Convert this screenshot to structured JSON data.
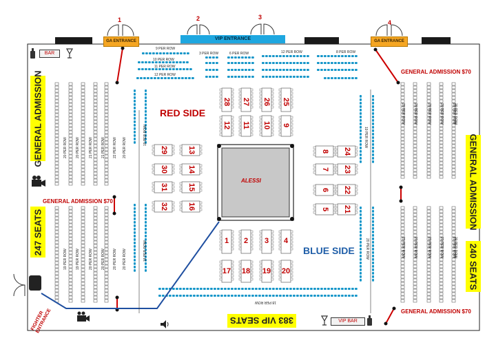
{
  "entrances": [
    {
      "number": "1",
      "label": "GA ENTRANCE"
    },
    {
      "number": "2",
      "label": ""
    },
    {
      "number": "3",
      "label": ""
    },
    {
      "number": "4",
      "label": "GA ENTRANCE"
    }
  ],
  "vip_entrance": "VIP ENTRANCE",
  "bar": "BAR",
  "vip_bar": "VIP BAR",
  "top_rows": [
    "9 PER ROW",
    "10 PER ROW",
    "11 PER ROW",
    "12 PER ROW",
    "3 PER ROW",
    "6 PER ROW",
    "12 PER ROW",
    "8 PER ROW"
  ],
  "side_labels": {
    "red": "RED SIDE",
    "blue": "BLUE SIDE"
  },
  "general_admission": "GENERAL ADMISSION",
  "ga_price_labels": [
    "GENERAL ADMISSION $70",
    "GENERAL ADMISSION $70",
    "GENERAL ADMISSION $70"
  ],
  "seat_counts": {
    "left": "247 SEATS",
    "right": "240 SEATS",
    "vip": "383 VIP SEATS"
  },
  "fighter_entrance": [
    "FIGHTER",
    "ENTRANCE"
  ],
  "ring_logo": "ALESSI",
  "row_labels": {
    "left_block": [
      "20 PER ROW",
      "20 PER ROW",
      "21 PER ROW",
      "21 PER ROW",
      "22 PER ROW",
      "20 PER ROW"
    ],
    "left_lower": [
      "19 PER ROW",
      "19 PER ROW",
      "20 PER ROW",
      "20 PER ROW",
      "20 PER ROW",
      "20 PER ROW"
    ],
    "right_block": [
      "20 PER ROW",
      "20 PER ROW",
      "20 PER ROW",
      "20 PER ROW",
      "20 PER ROW",
      "20 PER ROW"
    ],
    "right_lower": [
      "20 PER ROW",
      "20 PER ROW",
      "20 PER ROW",
      "20 PER ROW",
      "20 PER ROW",
      "20 PER ROW"
    ],
    "inner_left": [
      "19 PER ROW",
      "18 PER ROW"
    ],
    "inner_right": [
      "19 PER ROW",
      "20 PER ROW"
    ],
    "bottom": "18 PER ROW"
  },
  "tables": {
    "top": [
      "28",
      "27",
      "26",
      "25",
      "12",
      "11",
      "10",
      "9"
    ],
    "left": [
      "29",
      "13",
      "30",
      "14",
      "31",
      "15",
      "32",
      "16"
    ],
    "right": [
      "8",
      "24",
      "7",
      "23",
      "6",
      "22",
      "5",
      "21"
    ],
    "bottom": [
      "1",
      "2",
      "3",
      "4",
      "17",
      "18",
      "19",
      "20"
    ]
  },
  "colors": {
    "seat_blue": "#1596c9",
    "red_text": "#c00000",
    "blue_text": "#1f5ea8",
    "ga_orange": "#f5a623",
    "vip_blue": "#1ea7e0",
    "yellow": "#ffff00"
  }
}
